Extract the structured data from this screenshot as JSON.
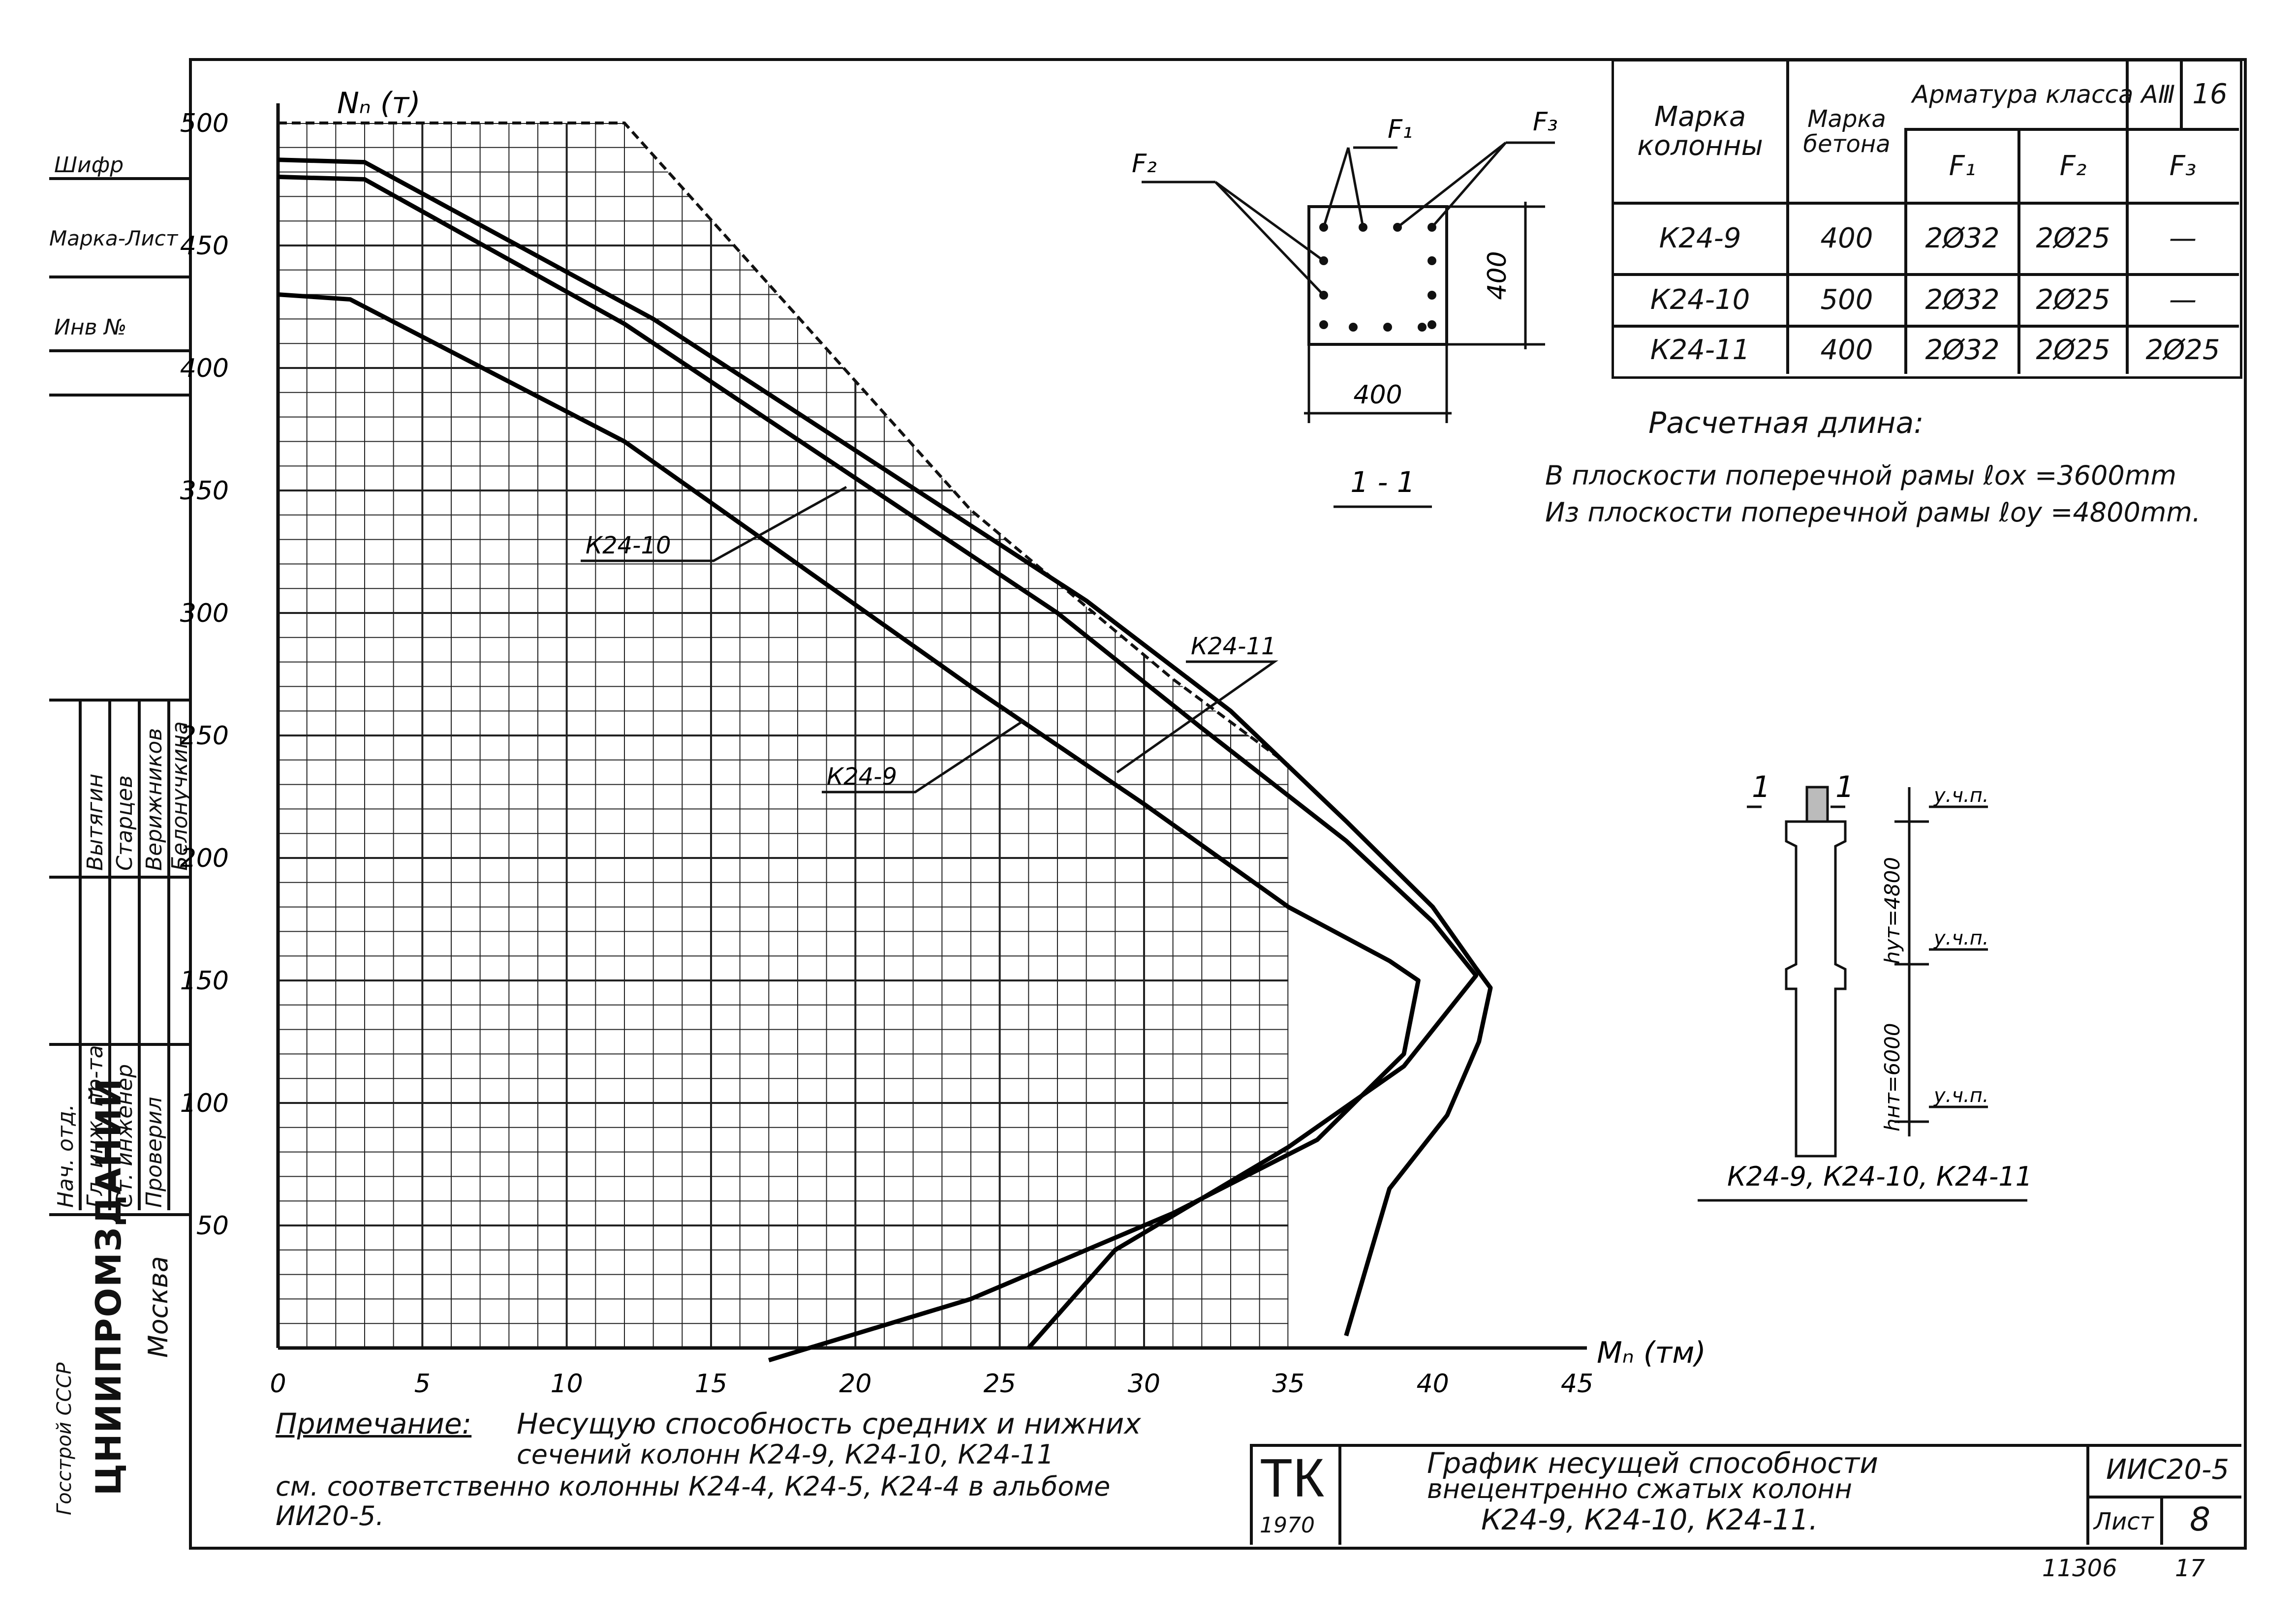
{
  "chart_data": {
    "type": "line",
    "ylabel": "Nₙ (т)",
    "xlabel": "Mₙ (тм)",
    "xlim": [
      0,
      45
    ],
    "ylim": [
      0,
      500
    ],
    "x_ticks": [
      "0",
      "5",
      "10",
      "15",
      "20",
      "25",
      "30",
      "35",
      "40",
      "45"
    ],
    "y_ticks": [
      "50",
      "100",
      "150",
      "200",
      "250",
      "300",
      "350",
      "400",
      "450",
      "500"
    ],
    "grid": true,
    "series": [
      {
        "name": "К24-9",
        "points": [
          [
            0,
            430
          ],
          [
            2.5,
            428
          ],
          [
            12,
            370
          ],
          [
            24,
            270
          ],
          [
            30,
            222
          ],
          [
            35,
            180
          ],
          [
            38.5,
            158
          ],
          [
            39.5,
            150
          ],
          [
            39,
            120
          ],
          [
            36,
            85
          ],
          [
            31,
            55
          ],
          [
            24,
            20
          ],
          [
            17,
            -5
          ]
        ]
      },
      {
        "name": "К24-10",
        "points": [
          [
            0,
            485
          ],
          [
            3,
            484
          ],
          [
            13,
            420
          ],
          [
            28,
            305
          ],
          [
            33,
            260
          ],
          [
            37,
            215
          ],
          [
            40,
            180
          ],
          [
            41.5,
            155
          ],
          [
            42,
            147
          ],
          [
            41.6,
            125
          ],
          [
            40.5,
            95
          ],
          [
            38.5,
            65
          ],
          [
            37,
            5
          ]
        ]
      },
      {
        "name": "К24-11",
        "points": [
          [
            0,
            478
          ],
          [
            3,
            477
          ],
          [
            12,
            418
          ],
          [
            27,
            300
          ],
          [
            32,
            253
          ],
          [
            37,
            207
          ],
          [
            40,
            174
          ],
          [
            41.5,
            152
          ],
          [
            39,
            115
          ],
          [
            35,
            82
          ],
          [
            29,
            40
          ],
          [
            26,
            0
          ]
        ]
      }
    ],
    "cutoff_line": [
      [
        0,
        500
      ],
      [
        12,
        500
      ],
      [
        24,
        342
      ],
      [
        31,
        273
      ],
      [
        35,
        238
      ]
    ],
    "callouts": [
      "К24-10",
      "К24-11",
      "К24-9"
    ]
  },
  "section": {
    "title": "1 - 1",
    "width": "400",
    "height": "400",
    "labels": [
      "F₁",
      "F₂",
      "F₃"
    ]
  },
  "table": {
    "headers": [
      "Марка колонны",
      "Марка бетона",
      "Арматура класса AⅢ",
      "16"
    ],
    "subheaders": [
      "F₁",
      "F₂",
      "F₃"
    ],
    "rows": [
      [
        "К24-9",
        "400",
        "2Ø32",
        "2Ø25",
        "—"
      ],
      [
        "К24-10",
        "500",
        "2Ø32",
        "2Ø25",
        "—"
      ],
      [
        "К24-11",
        "400",
        "2Ø32",
        "2Ø25",
        "2Ø25"
      ]
    ]
  },
  "design_length": {
    "title": "Расчетная длина:",
    "line1": "В плоскости поперечной рамы ℓox =3600mm",
    "line2": "Из плоскости поперечной рамы ℓoy =4800mm."
  },
  "column_diagram": {
    "labels": [
      "1",
      "1"
    ],
    "marks": [
      "у.ч.п.",
      "у.ч.п.",
      "у.ч.п."
    ],
    "h_upper": "hут=4800",
    "h_lower": "hнт=6000",
    "caption": "К24-9, К24-10, К24-11"
  },
  "note": {
    "label": "Примечание:",
    "text1": "Несущую способность средних и нижних",
    "text2": "сечений колонн К24-9, К24-10, К24-11",
    "text3": "см. соответственно колонны К24-4, К24-5, К24-4 в альбоме",
    "text4": "ИИ20-5."
  },
  "title_block": {
    "logo": "ТК",
    "year": "1970",
    "title1": "График несущей способности",
    "title2": "внецентренно сжатых колонн",
    "title3": "К24-9, К24-10, К24-11.",
    "album": "ИИС20-5",
    "sheet_label": "Лист",
    "sheet_number": "8",
    "doc_number": "11306",
    "page": "17"
  },
  "left_stamp": {
    "top_fields": [
      "Шифр",
      "Марка-Лист",
      "Инв №"
    ],
    "roles": [
      "Нач. отд.",
      "Гл. инж. пр-та",
      "Ст. инженер",
      "Проверил"
    ],
    "names": [
      "Вытягин",
      "Старцев",
      "Верижников",
      "Белонучкина"
    ],
    "org": "ЦНИИПРОМЗДАНИЙ",
    "city": "Москва",
    "edge": "Госстрой СССР"
  }
}
